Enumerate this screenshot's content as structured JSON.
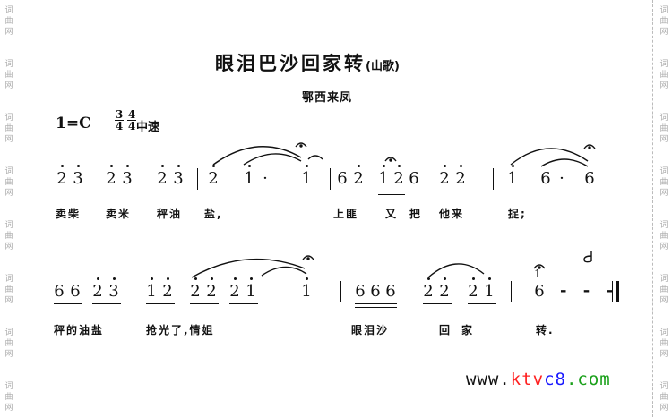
{
  "watermark_side": "词曲网",
  "title": "眼泪巴沙回家转",
  "title_suffix": "(山歌)",
  "subtitle": "鄂西来凤",
  "key": "1=C",
  "time_signatures": [
    {
      "num": "3",
      "den": "4"
    },
    {
      "num": "4",
      "den": "4"
    }
  ],
  "tempo": "中速",
  "rows": [
    {
      "items": [
        {
          "t": "g",
          "n": [
            "2",
            "3"
          ],
          "hi": [
            1,
            1
          ],
          "ul": 1
        },
        {
          "t": "g",
          "n": [
            "2",
            "3"
          ],
          "hi": [
            1,
            1
          ],
          "ul": 1
        },
        {
          "t": "g",
          "n": [
            "2",
            "3"
          ],
          "hi": [
            1,
            1
          ],
          "ul": 1
        },
        {
          "t": "bar"
        },
        {
          "t": "g",
          "n": [
            "2"
          ],
          "hi": [
            1
          ],
          "ul": 1
        },
        {
          "t": "g",
          "n": [
            "1",
            "·"
          ],
          "hi": [
            1,
            0
          ],
          "ul": 0
        },
        {
          "t": "g",
          "n": [
            "1"
          ],
          "hi": [
            1
          ],
          "ul": 0
        },
        {
          "t": "bar"
        },
        {
          "t": "g",
          "n": [
            "6",
            "2"
          ],
          "hi": [
            0,
            1
          ],
          "ul": 1
        },
        {
          "t": "g",
          "n": [
            "1",
            "2",
            "6"
          ],
          "hi": [
            1,
            1,
            0
          ],
          "ul": 1,
          "ul2": 2
        },
        {
          "t": "g",
          "n": [
            "2",
            "2"
          ],
          "hi": [
            1,
            1
          ],
          "ul": 1
        },
        {
          "t": "bar"
        },
        {
          "t": "g",
          "n": [
            "1"
          ],
          "hi": [
            1
          ],
          "ul": 1
        },
        {
          "t": "g",
          "n": [
            "6",
            "·"
          ],
          "hi": [
            0,
            0
          ],
          "ul": 0
        },
        {
          "t": "g",
          "n": [
            "6"
          ],
          "hi": [
            0
          ],
          "ul": 0
        },
        {
          "t": "bar"
        }
      ],
      "lyrics": [
        "卖柴",
        "卖米",
        "秤油",
        "盐,",
        "上匪",
        "又",
        "把",
        "他来",
        "捉;"
      ]
    },
    {
      "items": [
        {
          "t": "g",
          "n": [
            "6",
            "6"
          ],
          "hi": [
            0,
            0
          ],
          "ul": 1
        },
        {
          "t": "g",
          "n": [
            "2",
            "3"
          ],
          "hi": [
            1,
            1
          ],
          "ul": 1
        },
        {
          "t": "g",
          "n": [
            "1",
            "2"
          ],
          "hi": [
            1,
            1
          ],
          "ul": 1
        },
        {
          "t": "bar"
        },
        {
          "t": "g",
          "n": [
            "2",
            "2"
          ],
          "hi": [
            1,
            1
          ],
          "ul": 1
        },
        {
          "t": "g",
          "n": [
            "2",
            "1"
          ],
          "hi": [
            1,
            1
          ],
          "ul": 1
        },
        {
          "t": "g",
          "n": [
            "1"
          ],
          "hi": [
            1
          ],
          "ul": 0
        },
        {
          "t": "bar"
        },
        {
          "t": "g",
          "n": [
            "6",
            "6",
            "6"
          ],
          "hi": [
            0,
            0,
            0
          ],
          "ul": 1,
          "ul2": 3
        },
        {
          "t": "g",
          "n": [
            "2",
            "2"
          ],
          "hi": [
            1,
            1
          ],
          "ul": 1
        },
        {
          "t": "g",
          "n": [
            "2",
            "1"
          ],
          "hi": [
            1,
            1
          ],
          "ul": 1
        },
        {
          "t": "bar"
        },
        {
          "t": "g",
          "n": [
            "6"
          ],
          "hi": [
            0
          ],
          "ul": 0,
          "grace": "1"
        },
        {
          "t": "dash",
          "v": "- - -"
        },
        {
          "t": "end"
        }
      ],
      "lyrics": [
        "秤的油盐",
        "抢光了,情姐",
        "眼泪沙",
        "回",
        "家",
        "转."
      ]
    }
  ],
  "website": {
    "www": "www.",
    "ktv": "ktv",
    "c8": "c8",
    "com": ".com"
  },
  "colors": {
    "www": "#111111",
    "ktv": "#ff2020",
    "c8": "#1a1aff",
    "com": "#1aa01a",
    "watermark": "#aaaaaa"
  }
}
